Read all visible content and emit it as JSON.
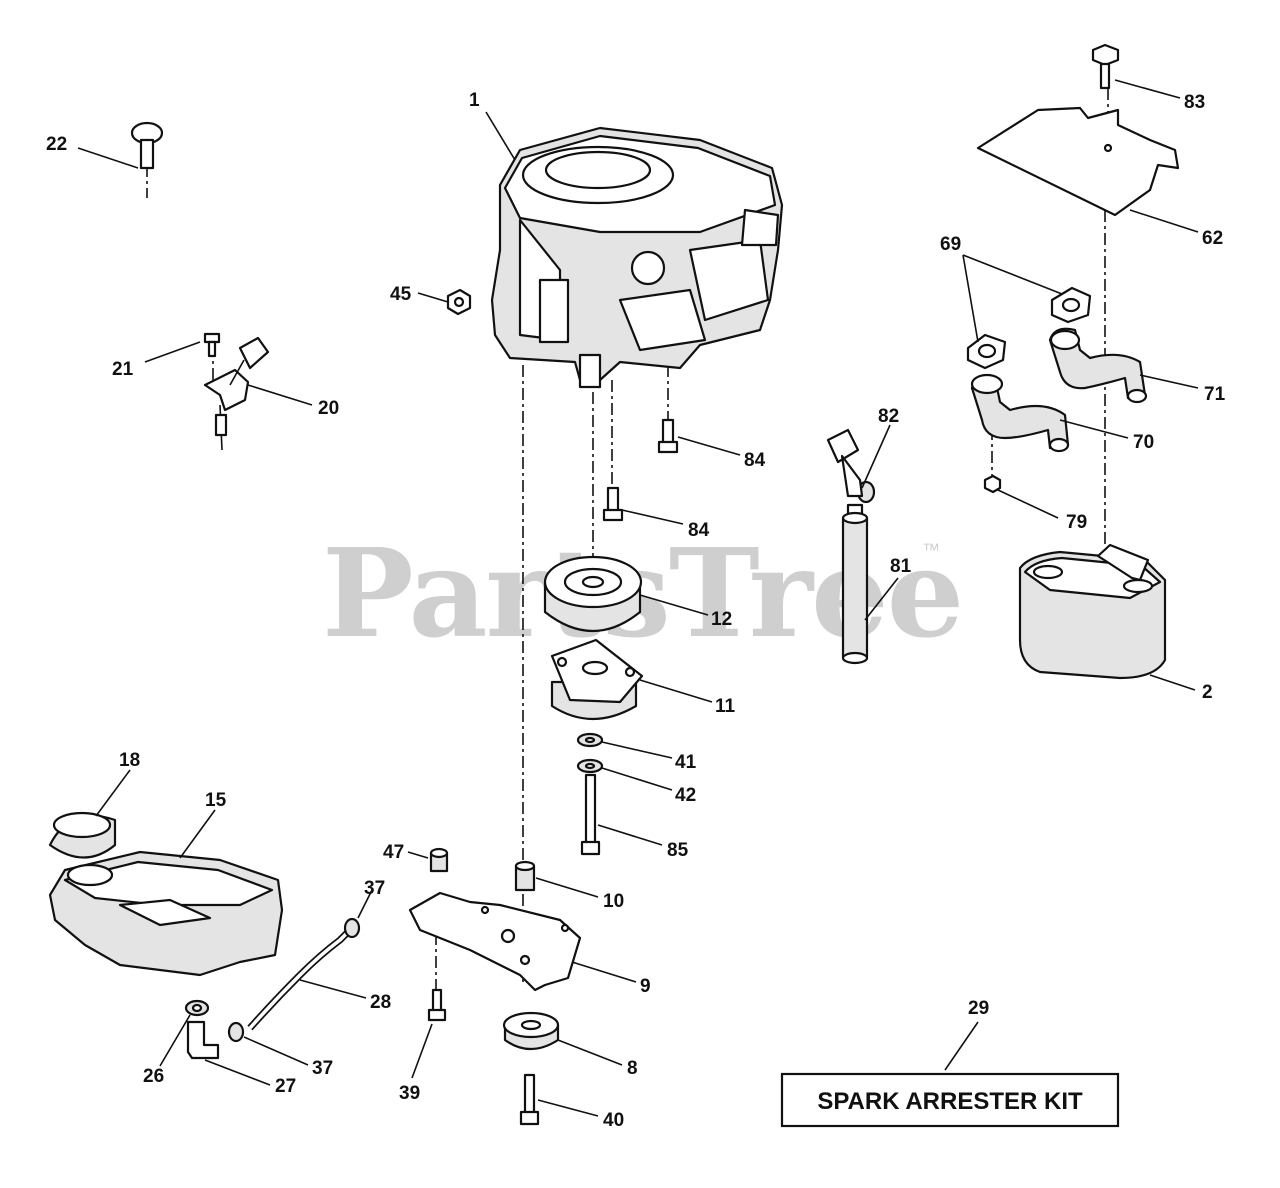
{
  "watermark": {
    "text": "PartsTree",
    "trademark": "™"
  },
  "kit_label": "SPARK ARRESTER KIT",
  "callouts": {
    "c1": "1",
    "c2": "2",
    "c8": "8",
    "c9": "9",
    "c10": "10",
    "c11": "11",
    "c12": "12",
    "c15": "15",
    "c18": "18",
    "c20": "20",
    "c21": "21",
    "c22": "22",
    "c26": "26",
    "c27": "27",
    "c28": "28",
    "c29": "29",
    "c37a": "37",
    "c37b": "37",
    "c39": "39",
    "c40": "40",
    "c41": "41",
    "c42": "42",
    "c45": "45",
    "c47": "47",
    "c62": "62",
    "c69": "69",
    "c70": "70",
    "c71": "71",
    "c79": "79",
    "c81": "81",
    "c82": "82",
    "c83": "83",
    "c84a": "84",
    "c84b": "84",
    "c85": "85"
  }
}
